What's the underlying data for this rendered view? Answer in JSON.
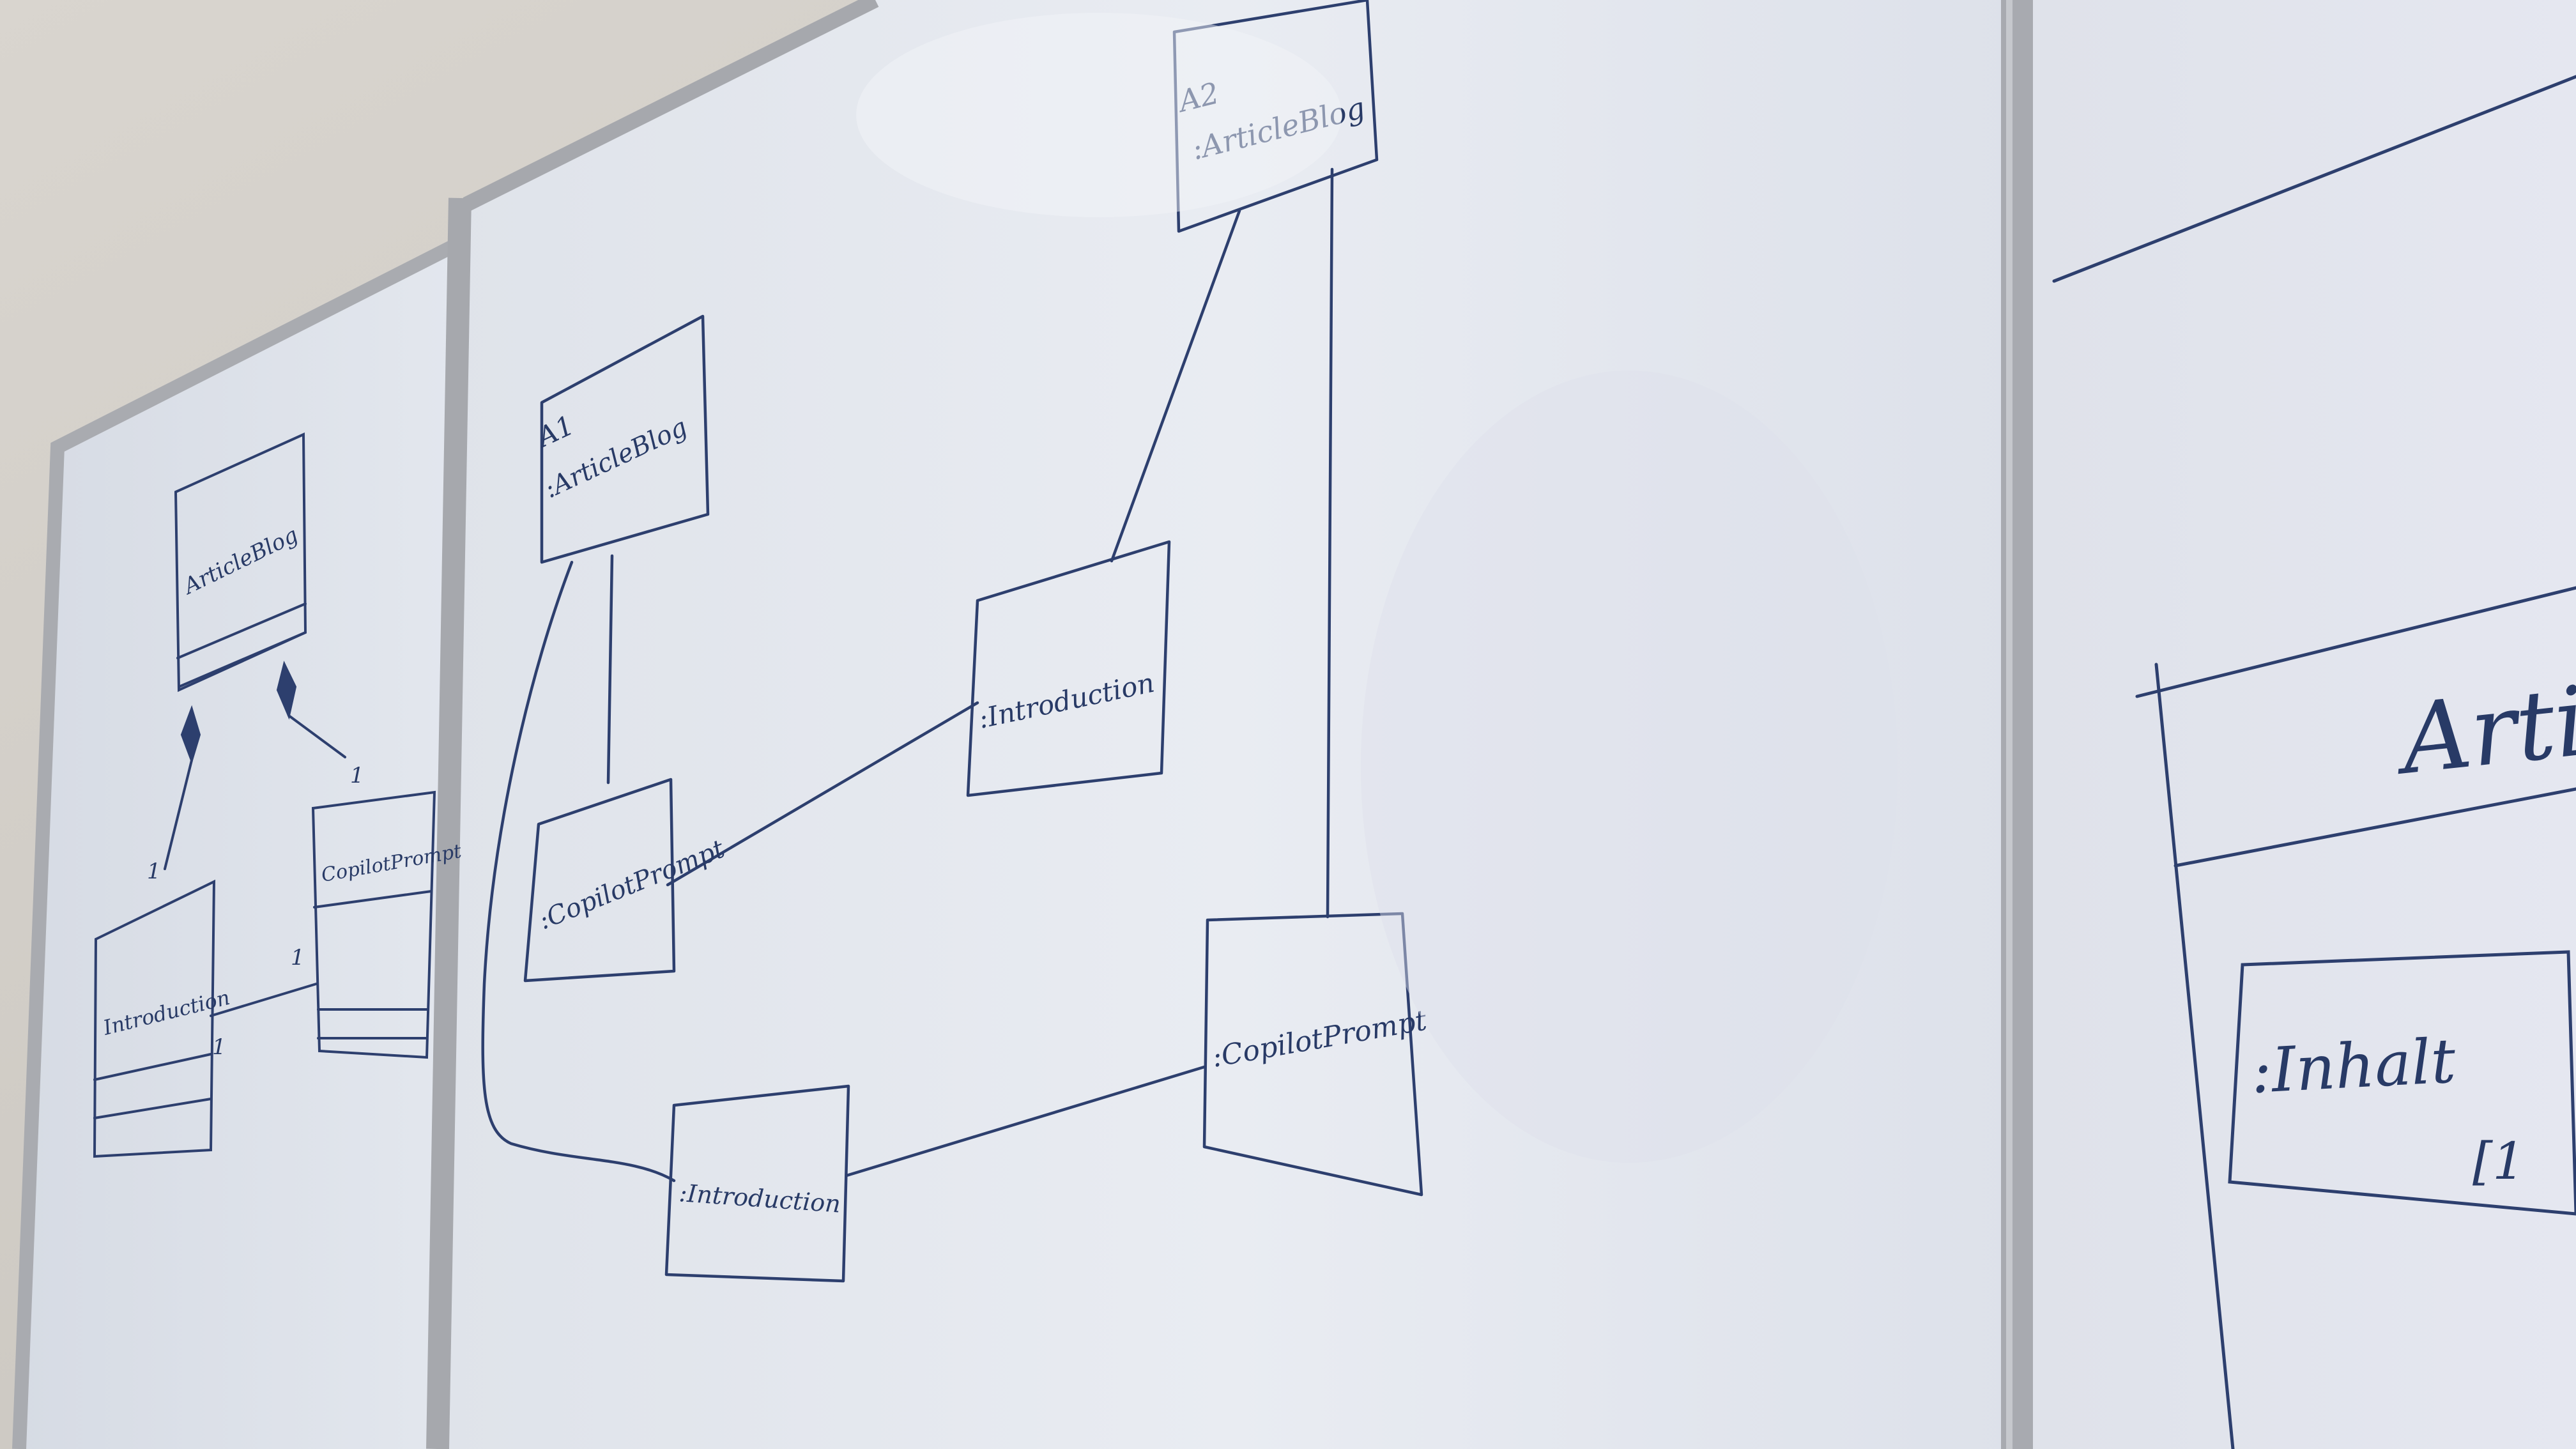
{
  "palette": {
    "wall": "#d6d2cb",
    "board": "#e6e9ef",
    "board_shadow": "#c9ced8",
    "frame": "#a6a8ad",
    "ink": "#2d3f6e"
  },
  "left_board": {
    "class_top": "ArticleBlog",
    "class_left": "Introduction",
    "class_right": "CopilotPrompt",
    "mult_right_top": "1",
    "mult_left": "1",
    "mult_right_side": "1",
    "mult_left_side": "1"
  },
  "center_board": {
    "obj_a1": {
      "role": "A1",
      "name": ":ArticleBlog"
    },
    "obj_a2": {
      "role": "A2",
      "name": ":ArticleBlog"
    },
    "obj_copie_left": {
      "name": ":CopilotPrompt"
    },
    "obj_intro_mid": {
      "name": ":Introduction"
    },
    "obj_copie_right": {
      "name": ":CopilotPrompt"
    },
    "obj_intro_bottom": {
      "name": ":Introduction"
    }
  },
  "right_board": {
    "class_header": "Articl",
    "obj_name": ":Inhalt",
    "multiplicity": "[1"
  }
}
